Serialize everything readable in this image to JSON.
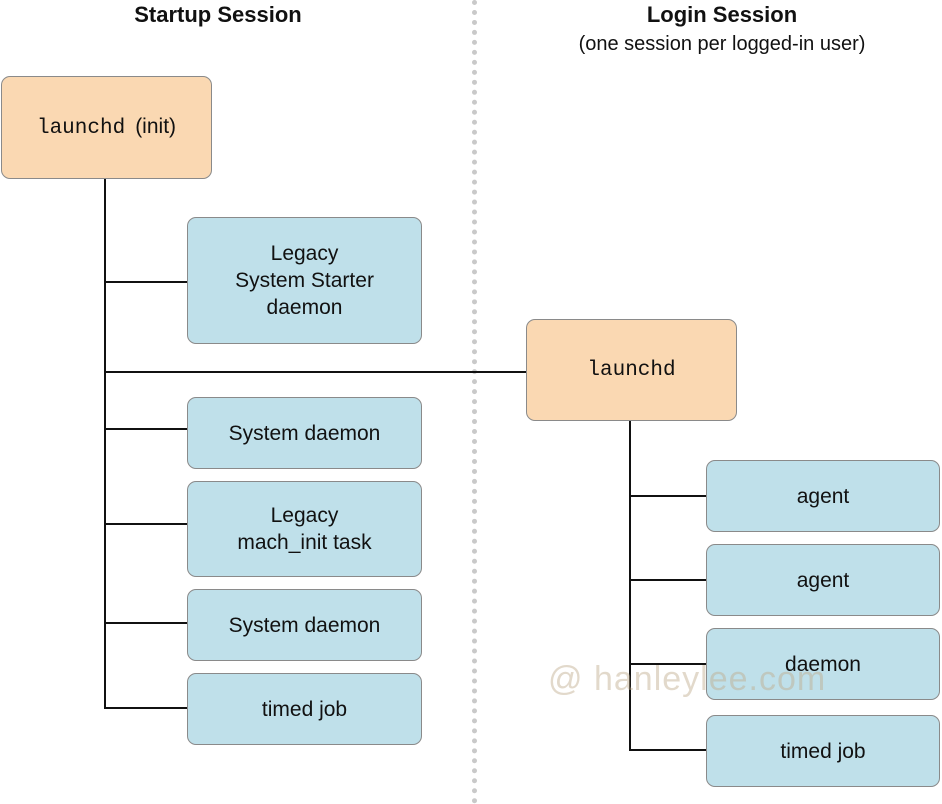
{
  "startup_session": {
    "title": "Startup Session",
    "root": {
      "name": "launchd",
      "suffix": "(init)"
    },
    "children": [
      {
        "label": "Legacy\nSystem Starter\ndaemon"
      },
      {
        "label": "System daemon"
      },
      {
        "label": "Legacy\nmach_init task"
      },
      {
        "label": "System daemon"
      },
      {
        "label": "timed job"
      }
    ]
  },
  "login_session": {
    "title": "Login Session",
    "subtitle": "(one session per logged-in user)",
    "root": {
      "name": "launchd"
    },
    "children": [
      {
        "label": "agent"
      },
      {
        "label": "agent"
      },
      {
        "label": "daemon"
      },
      {
        "label": "timed job"
      }
    ]
  },
  "watermark": "@ hanleylee.com",
  "colors": {
    "launchd_fill": "#fad8b2",
    "process_fill": "#bfe0ea",
    "border": "#8a8a8a",
    "connector": "#111111",
    "divider": "#c9c9c9"
  }
}
